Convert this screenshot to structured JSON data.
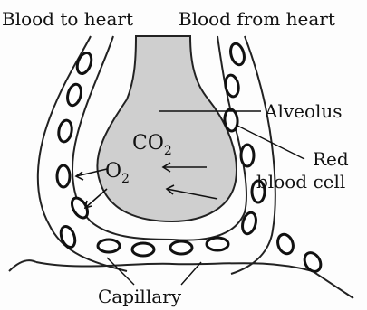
{
  "labels": {
    "blood_to_heart": "Blood to heart",
    "blood_from_heart": "Blood from heart",
    "alveolus": "Alveolus",
    "red": "Red",
    "blood_cell": "blood cell",
    "capillary": "Capillary"
  },
  "chemicals": {
    "co2_main": "CO",
    "co2_sub": "2",
    "o2_main": "O",
    "o2_sub": "2"
  }
}
